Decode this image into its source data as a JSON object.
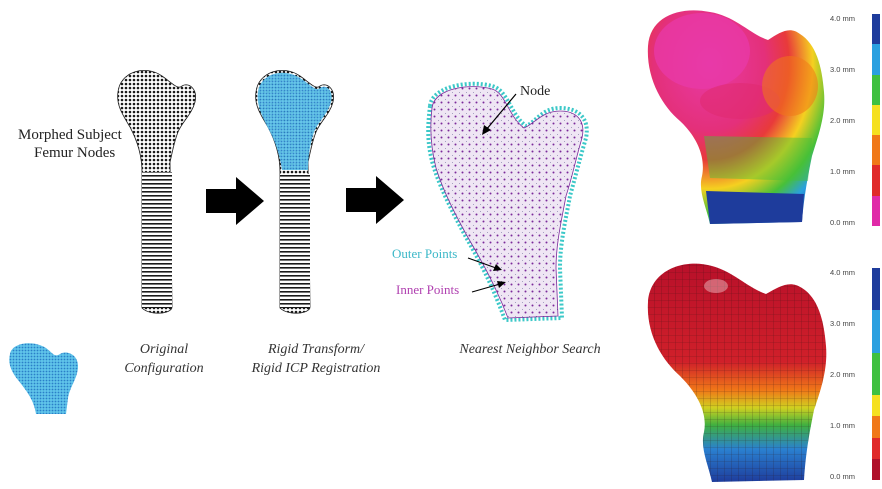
{
  "labels": {
    "morphed_line1": "Morphed Subject",
    "morphed_line2": "Femur Nodes",
    "node": "Node",
    "outer_points": "Outer Points",
    "inner_points": "Inner Points"
  },
  "captions": {
    "original_line1": "Original",
    "original_line2": "Configuration",
    "rigid_line1": "Rigid Transform/",
    "rigid_line2": "Rigid ICP Registration",
    "nearest": "Nearest Neighbor Search"
  },
  "scale_top": {
    "ticks": [
      "4.0 mm",
      "3.0 mm",
      "2.0 mm",
      "1.0 mm",
      "0.0 mm"
    ],
    "colors": [
      "#1e3c9c",
      "#2aa0e0",
      "#3fc040",
      "#f5e020",
      "#f07818",
      "#e02a2a",
      "#e02aa8"
    ]
  },
  "scale_bottom": {
    "ticks": [
      "4.0 mm",
      "3.0 mm",
      "2.0 mm",
      "1.0 mm",
      "0.0 mm"
    ],
    "colors": [
      "#1e3c9c",
      "#1e3c9c",
      "#2aa0e0",
      "#2aa0e0",
      "#3fc040",
      "#3fc040",
      "#f5e020",
      "#f07818",
      "#e02a2a",
      "#b0102a"
    ]
  },
  "colors": {
    "outer": "#3cc8c8",
    "inner": "#c040c0",
    "black_nodes": "#1a1a1a",
    "cyan_cloud": "#38b8e0"
  }
}
